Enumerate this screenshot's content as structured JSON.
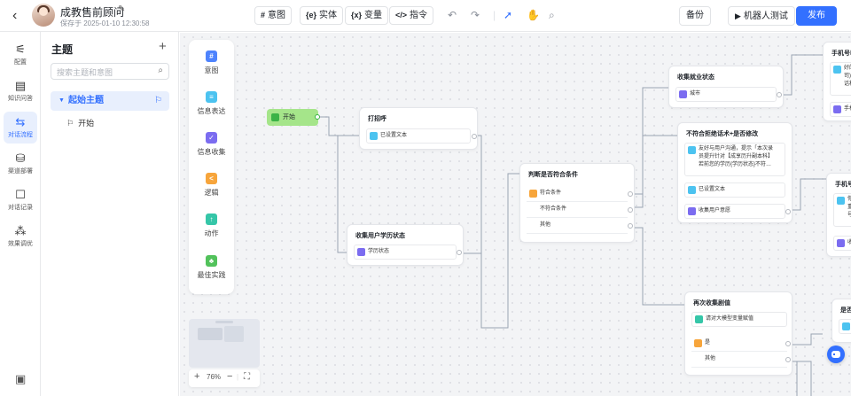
{
  "header": {
    "title": "成教售前顾问",
    "saved": "保存于 2025-01-10 12:30:58",
    "tools": {
      "intent": "意图",
      "entity": "实体",
      "variable": "变量",
      "command": "指令"
    },
    "backup": "备份",
    "robot_test": "机器人测试",
    "publish": "发布"
  },
  "rail": [
    "配置",
    "知识问答",
    "对话流程",
    "渠道部署",
    "对话记录",
    "效果调优"
  ],
  "panel": {
    "title": "主题",
    "search_placeholder": "搜索主题和意图",
    "main_topic": "起始主题",
    "sub_topic": "开始"
  },
  "palette": [
    {
      "label": "意图",
      "icon": "#",
      "color": "#4e83fd"
    },
    {
      "label": "信息表达",
      "icon": "≡",
      "color": "#4cc3f0"
    },
    {
      "label": "信息收集",
      "icon": "✓",
      "color": "#7b6cf0"
    },
    {
      "label": "逻辑",
      "icon": "<",
      "color": "#f7a53b"
    },
    {
      "label": "动作",
      "icon": "↑",
      "color": "#35c6a8"
    },
    {
      "label": "最佳实践",
      "icon": "♣",
      "color": "#52c25b"
    }
  ],
  "zoom": "76%",
  "nodes": {
    "start": "开始",
    "greet": {
      "title": "打招呼",
      "row": "已设置文本"
    },
    "collect_edu": {
      "title": "收集用户学历状态",
      "row": "学历状态"
    },
    "judge": {
      "title": "判断是否符合条件",
      "rows": [
        "符合条件",
        "不符合条件",
        "其他"
      ]
    },
    "collect_job": {
      "title": "收集就业状态",
      "row": "城市"
    },
    "reject": {
      "title": "不符合拒绝话术+是否修改",
      "text": [
        "友好与用户沟通，提示「本次录",
        "员提升针对【成享历升副本科】",
        "若前您的学历{学历状态}不符…"
      ],
      "row2": "已设置文本",
      "row3": "收集用户意愿"
    },
    "twice": {
      "title": "再次收集剧值",
      "row1": "请对大模型变量赋值",
      "opts": [
        "是",
        "其他"
      ]
    },
    "phone1": {
      "title": "手机号收",
      "lines": [
        "好的",
        "司)若",
        "话和"
      ],
      "row2": "手机"
    },
    "phone2": {
      "title": "手机号",
      "lines": [
        "你",
        "重",
        "号"
      ],
      "row2": "收"
    },
    "whether": {
      "title": "是否"
    }
  }
}
